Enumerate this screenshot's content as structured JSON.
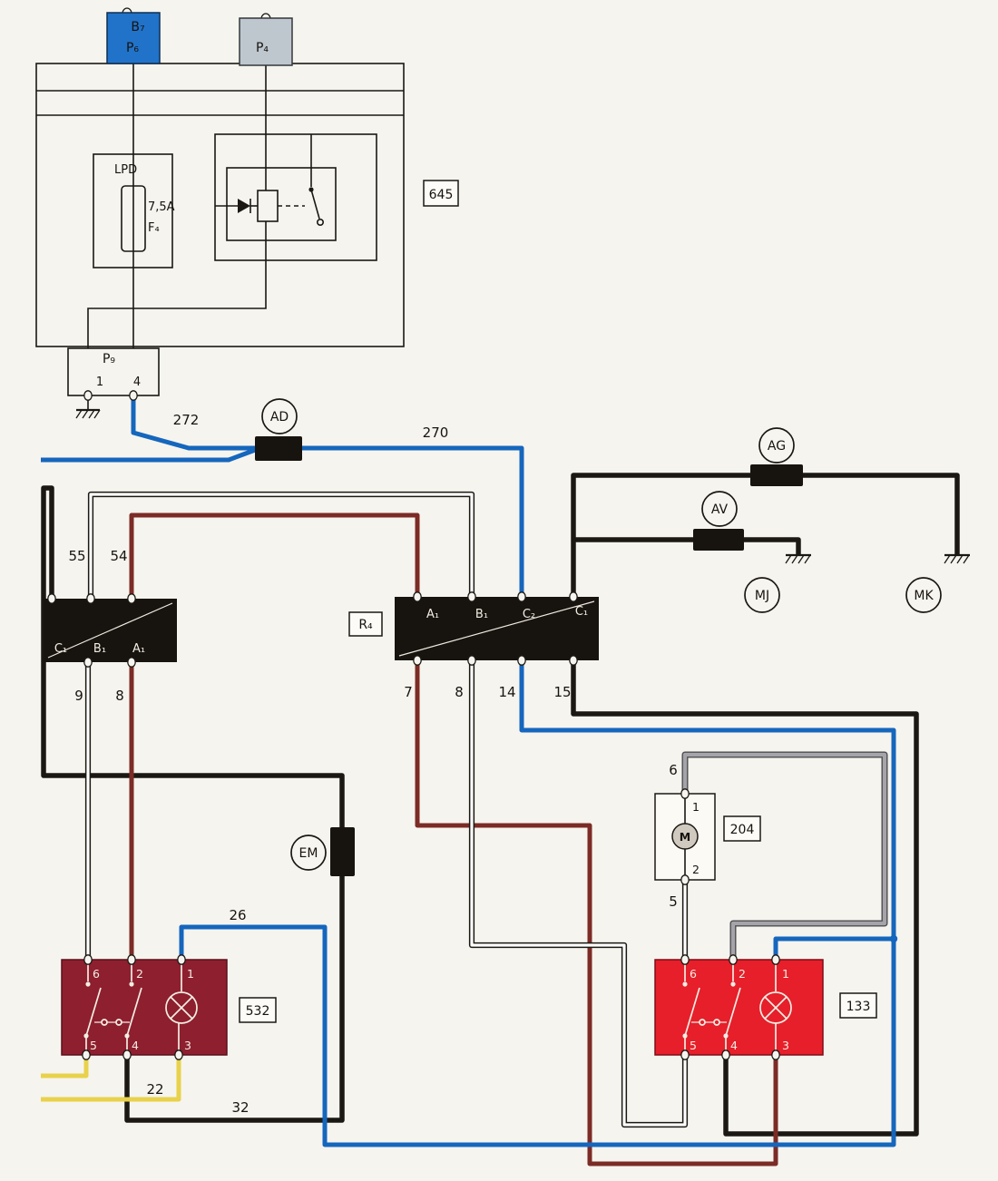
{
  "palette": {
    "bg": "#f6f4ee",
    "blue": "#1566bd",
    "black": "#1b1813",
    "maroon": "#7c2b26",
    "gray": "#a5a5a9",
    "white": "#ffffff",
    "yellow": "#e8d24b",
    "box532": "#8e1f2f",
    "box133": "#e61f2b",
    "connector_blue": "#2173c9",
    "connector_gray": "#bec7ce"
  },
  "module645": {
    "tag": "645",
    "connector_b7": {
      "top": "B₇",
      "bottom": "P₆"
    },
    "connector_p4": "P₄",
    "fuse": {
      "box": "LPD",
      "rating": "7,5A",
      "name": "F₄"
    },
    "p9": {
      "label": "P₉",
      "pin_left": "1",
      "pin_right": "4"
    }
  },
  "inline_connectors": {
    "ad": "AD",
    "ag": "AG",
    "av": "AV",
    "em": "EM"
  },
  "grounds": {
    "mj": "MJ",
    "mk": "MK"
  },
  "blocks": {
    "left": {
      "pins": [
        "C₁",
        "B₁",
        "A₁"
      ]
    },
    "r4": {
      "tag": "R₄",
      "pins": [
        "A₁",
        "B₁",
        "C₂",
        "C₁"
      ]
    }
  },
  "wires": {
    "w272": "272",
    "w270": "270",
    "w55": "55",
    "w54": "54",
    "w9": "9",
    "w8a": "8",
    "w7": "7",
    "w8b": "8",
    "w14": "14",
    "w15": "15",
    "w26": "26",
    "w22": "22",
    "w32": "32",
    "w6": "6",
    "w5": "5"
  },
  "comp532": {
    "tag": "532",
    "pins_top": [
      "6",
      "2",
      "1"
    ],
    "pins_bottom": [
      "5",
      "4",
      "3"
    ]
  },
  "comp133": {
    "tag": "133",
    "pins_top": [
      "6",
      "2",
      "1"
    ],
    "pins_bottom": [
      "5",
      "4",
      "3"
    ]
  },
  "comp204": {
    "tag": "204",
    "pin_top": "1",
    "pin_bottom": "2",
    "symbol": "M"
  }
}
